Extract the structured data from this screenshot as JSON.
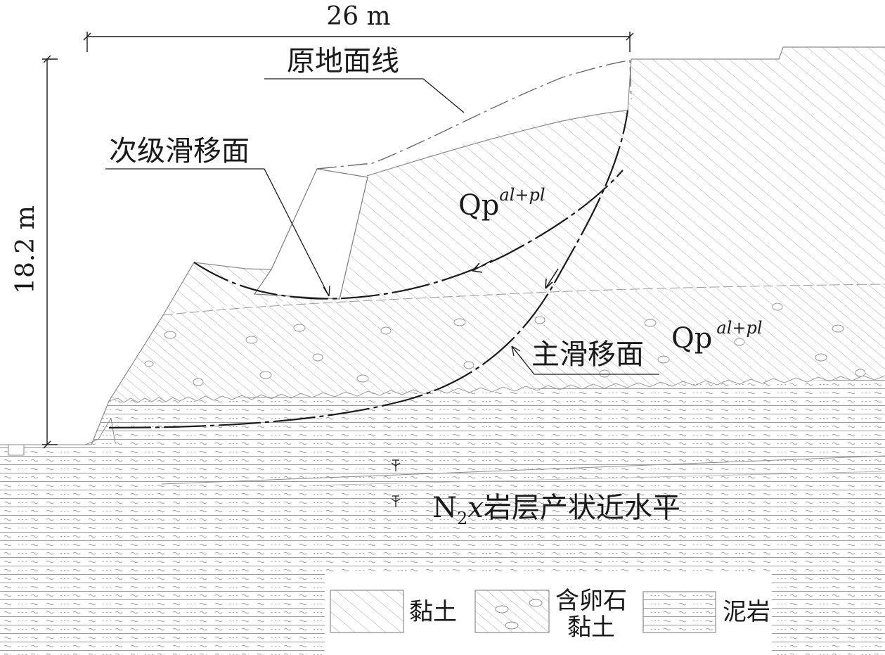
{
  "dimensions": {
    "width_label": "26 m",
    "height_label": "18.2 m"
  },
  "labels": {
    "original_ground": "原地面线",
    "secondary_slip": "次级滑移面",
    "main_slip": "主滑移面",
    "qp_upper_base": "Qp",
    "qp_upper_sup": "al+pl",
    "qp_lower_base": "Qp",
    "qp_lower_sup": "al+pl",
    "bedrock_n": "N",
    "bedrock_sub": "2",
    "bedrock_x": "x",
    "bedrock_desc": "岩层产状近水平"
  },
  "legend": [
    {
      "key": "clay",
      "label_lines": [
        "黏土"
      ]
    },
    {
      "key": "pebble-clay",
      "label_lines": [
        "含卵石",
        "黏土"
      ]
    },
    {
      "key": "mudstone",
      "label_lines": [
        "泥岩"
      ]
    }
  ],
  "colors": {
    "line": "#1a1a1a",
    "hatch": "#9a9a9a",
    "boundary": "#8a8a8a"
  }
}
